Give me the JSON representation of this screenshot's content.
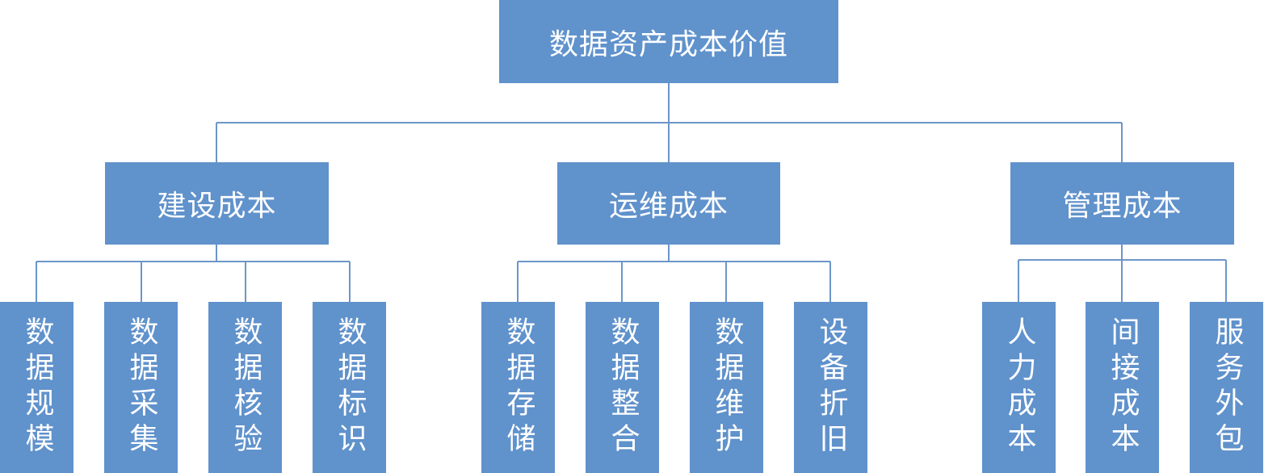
{
  "diagram": {
    "root": "数据资产成本价值",
    "categories": [
      {
        "label": "建设成本",
        "items": [
          "数据规模",
          "数据采集",
          "数据核验",
          "数据标识"
        ]
      },
      {
        "label": "运维成本",
        "items": [
          "数据存储",
          "数据整合",
          "数据维护",
          "设备折旧"
        ]
      },
      {
        "label": "管理成本",
        "items": [
          "人力成本",
          "间接成本",
          "服务外包"
        ]
      }
    ]
  },
  "colors": {
    "box_fill": "#6092cc",
    "connector": "#6c96c8",
    "text": "#ffffff"
  }
}
